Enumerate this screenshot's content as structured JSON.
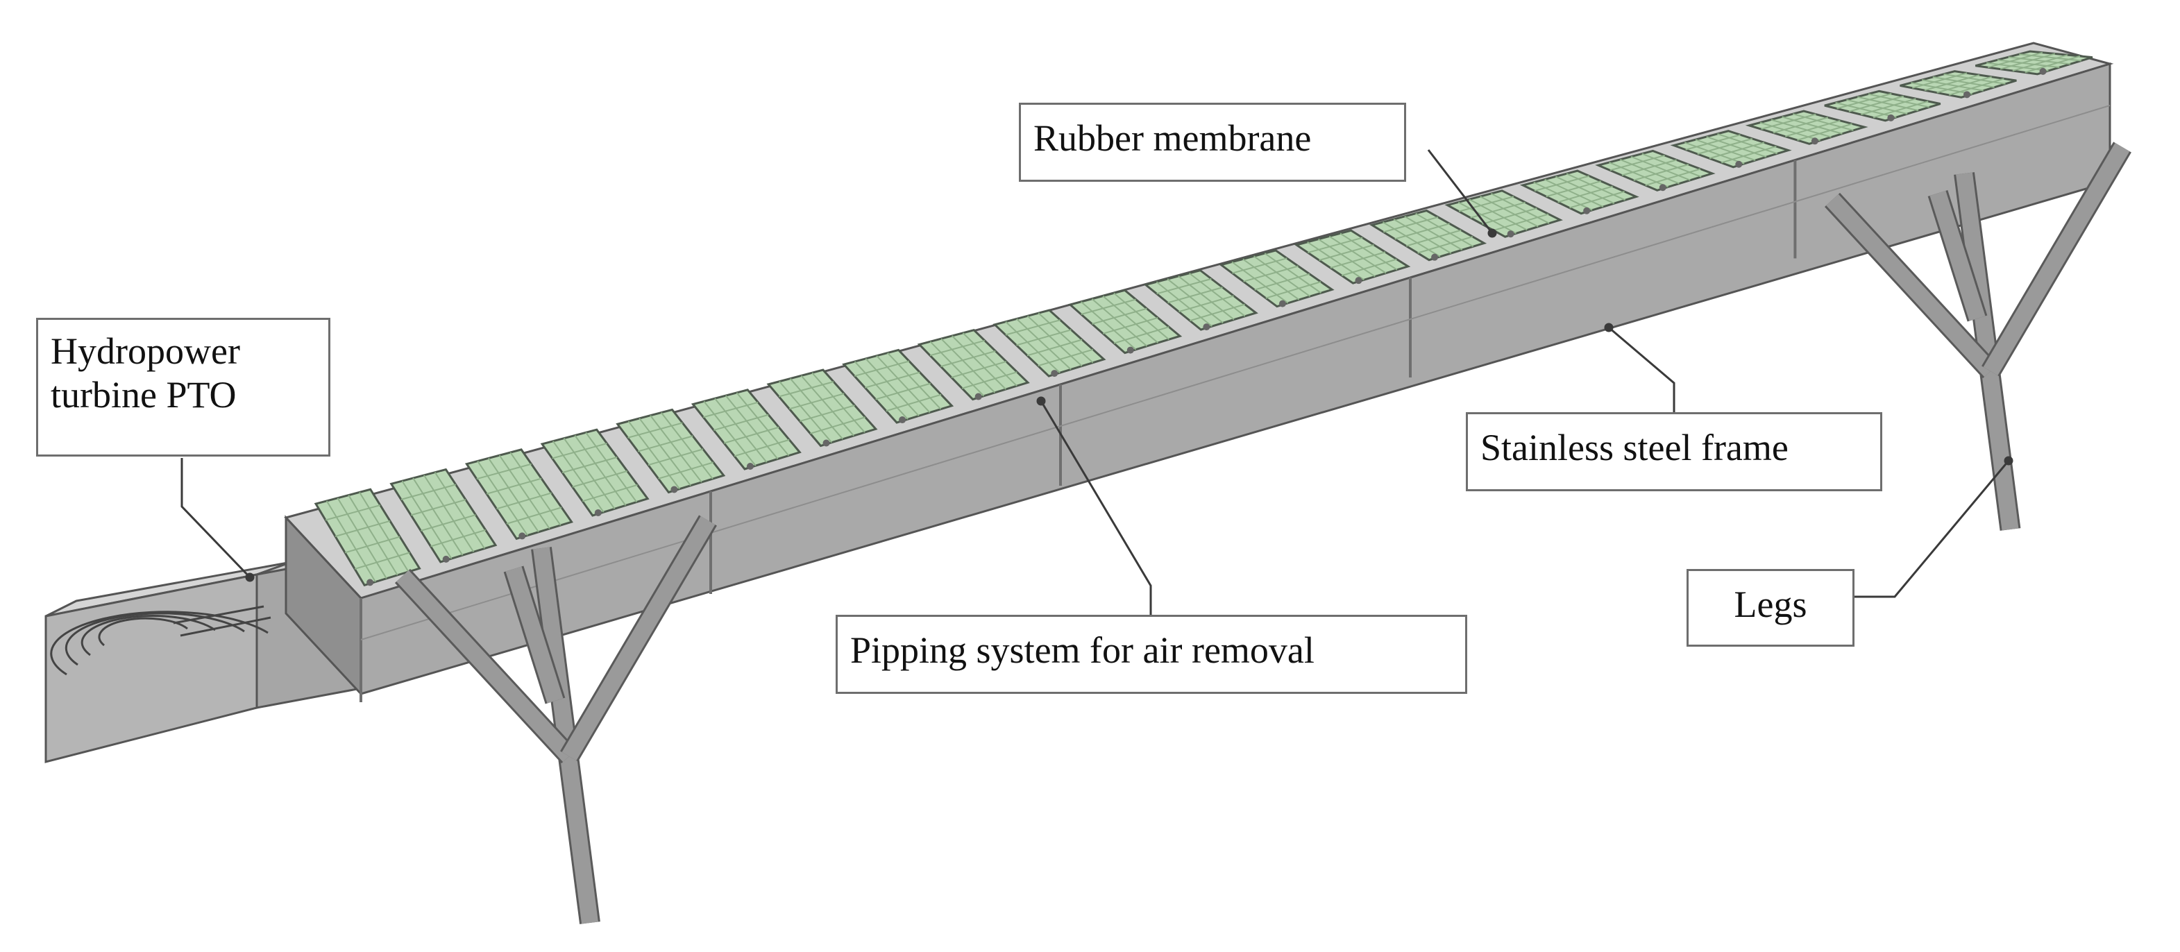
{
  "figure": {
    "labels": {
      "hydropower_line1": "Hydropower",
      "hydropower_line2": "turbine PTO",
      "rubber_membrane": "Rubber membrane",
      "piping_system": "Pipping system for air removal",
      "stainless_frame": "Stainless steel frame",
      "legs": "Legs"
    },
    "colors": {
      "frame_top": "#cfcfcf",
      "frame_side": "#a8a8a8",
      "frame_dark": "#8a8a8a",
      "membrane": "#b9d7b4",
      "membrane_edge": "#4e5a4e",
      "leader_line": "#3a3a3a"
    },
    "module_count": 23
  }
}
